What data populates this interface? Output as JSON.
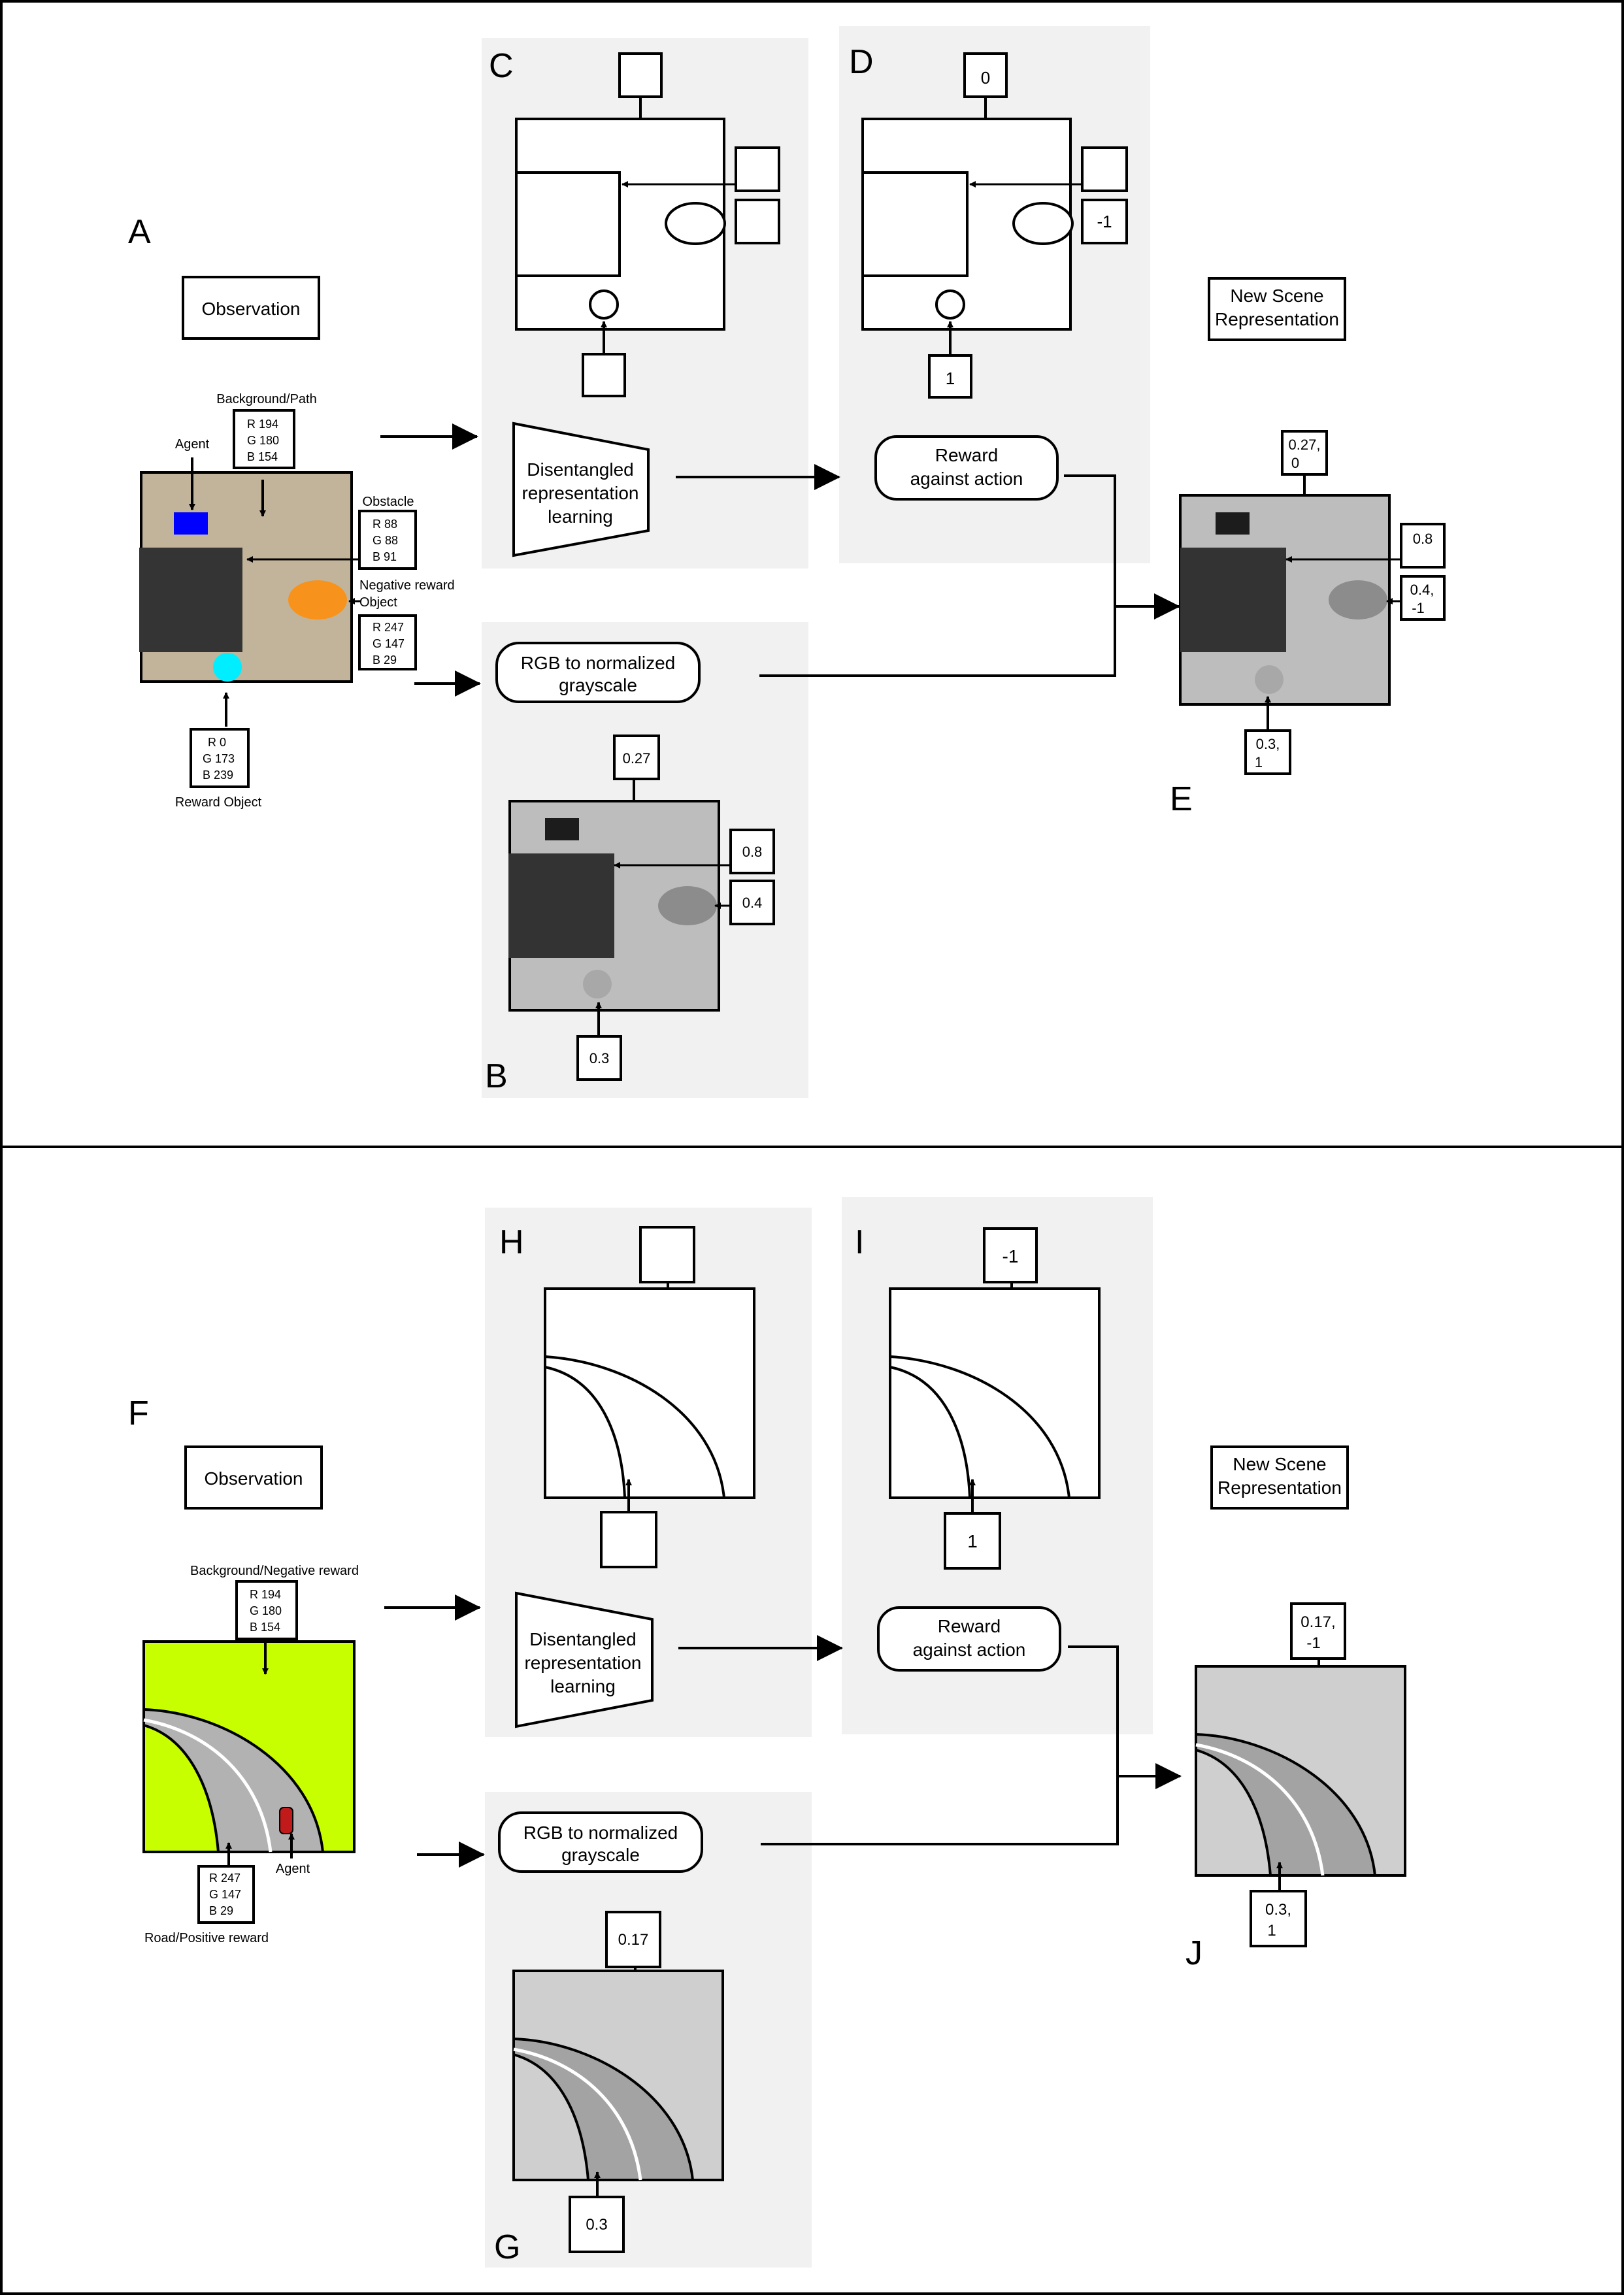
{
  "top": {
    "panel_letters": {
      "A": "A",
      "B": "B",
      "C": "C",
      "D": "D",
      "E": "E"
    },
    "observation_label": "Observation",
    "new_scene_label": [
      "New Scene",
      "Representation"
    ],
    "background_label": "Background/Path",
    "background_rgb": [
      "R 194",
      "G 180",
      "B 154"
    ],
    "agent_label": "Agent",
    "obstacle_label": "Obstacle",
    "obstacle_rgb": [
      "R 88",
      "G 88",
      "B 91"
    ],
    "negative_reward_label": [
      "Negative reward",
      "Object"
    ],
    "negative_reward_rgb": [
      "R 247",
      "G 147",
      "B 29"
    ],
    "reward_object_rgb": [
      "R 0",
      "G 173",
      "B 239"
    ],
    "reward_object_label": "Reward Object",
    "disentangled_label": [
      "Disentangled",
      "representation",
      "learning"
    ],
    "reward_against_action": [
      "Reward",
      "against action"
    ],
    "rgb_to_gray": [
      "RGB to normalized",
      "grayscale"
    ],
    "grayscale_values": {
      "background": "0.27",
      "obstacle": "0.8",
      "negative": "0.4",
      "reward": "0.3"
    },
    "reward_values": {
      "background": "0",
      "negative": "-1",
      "reward": "1"
    },
    "new_scene_values": {
      "background": [
        "0.27,",
        "0"
      ],
      "obstacle": "0.8",
      "negative": [
        "0.4,",
        "-1"
      ],
      "reward": [
        "0.3,",
        "1"
      ]
    }
  },
  "bottom": {
    "panel_letters": {
      "F": "F",
      "G": "G",
      "H": "H",
      "I": "I",
      "J": "J"
    },
    "observation_label": "Observation",
    "new_scene_label": [
      "New Scene",
      "Representation"
    ],
    "background_label": "Background/Negative reward",
    "background_rgb": [
      "R 194",
      "G 180",
      "B 154"
    ],
    "road_rgb": [
      "R 247",
      "G 147",
      "B 29"
    ],
    "agent_label": "Agent",
    "road_label": "Road/Positive reward",
    "disentangled_label": [
      "Disentangled",
      "representation",
      "learning"
    ],
    "reward_against_action": [
      "Reward",
      "against action"
    ],
    "rgb_to_gray": [
      "RGB to normalized",
      "grayscale"
    ],
    "grayscale_values": {
      "background": "0.17",
      "road": "0.3"
    },
    "reward_values": {
      "background": "-1",
      "road": "1"
    },
    "new_scene_values": {
      "background": [
        "0.17,",
        "-1"
      ],
      "road": [
        "0.3,",
        "1"
      ]
    }
  },
  "colors": {
    "top_background": "#c2b49a",
    "agent": "#0000ff",
    "obstacle": "#343434",
    "negative_object": "#f7931d",
    "reward_object": "#00eeff",
    "bottom_background": "#c8ff00",
    "road": "#b2b2b2",
    "panel_fill": "#f1f1f1",
    "gray_scene": "#bdbdbd"
  }
}
